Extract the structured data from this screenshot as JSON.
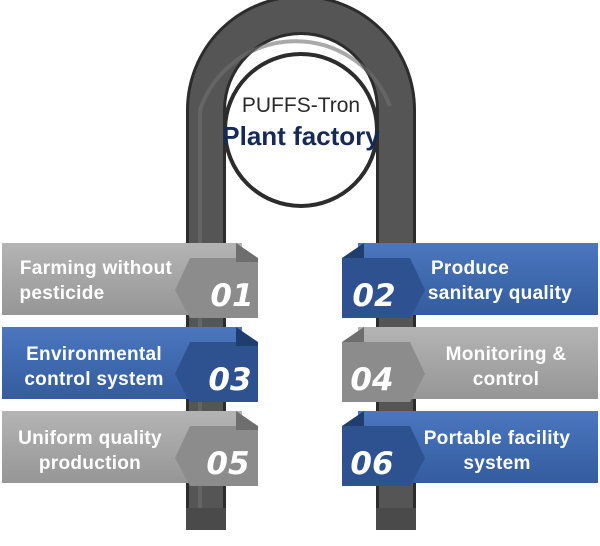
{
  "center": {
    "line1": "PUFFS-Tron",
    "line2": "Plant factory"
  },
  "items": [
    {
      "number": "01",
      "line1": "Farming without",
      "line2": "pesticide",
      "color": "gray"
    },
    {
      "number": "02",
      "line1": "Produce",
      "line2": "sanitary quality",
      "color": "blue"
    },
    {
      "number": "03",
      "line1": "Environmental",
      "line2": "control system",
      "color": "blue"
    },
    {
      "number": "04",
      "line1": "Monitoring &",
      "line2": "control",
      "color": "gray"
    },
    {
      "number": "05",
      "line1": "Uniform quality",
      "line2": "production",
      "color": "gray"
    },
    {
      "number": "06",
      "line1": "Portable facility",
      "line2": "system",
      "color": "blue"
    }
  ],
  "colors": {
    "gray": "#a4a4a4",
    "gray_dark": "#7c7c7c",
    "blue": "#3e68ad",
    "blue_dark": "#25467f",
    "pipe": "#4f4f4f"
  }
}
